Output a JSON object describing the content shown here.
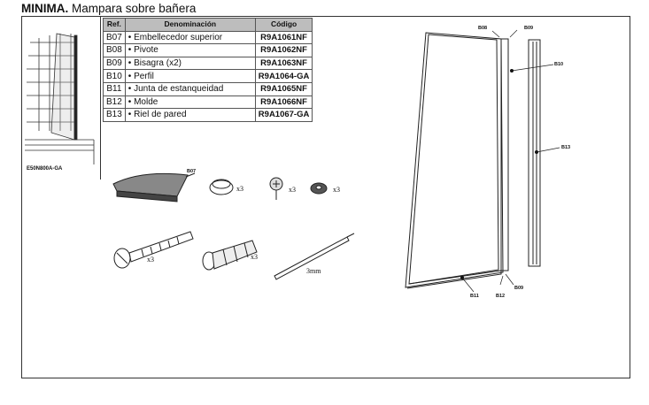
{
  "header": {
    "title_bold": "MINIMA.",
    "title_rest": " Mampara sobre bañera"
  },
  "model_code": "E50N800A-GA",
  "table": {
    "headers": [
      "Ref.",
      "Denominación",
      "Código"
    ],
    "rows": [
      {
        "ref": "B07",
        "name": "• Embellecedor superior",
        "code": "R9A1061NF"
      },
      {
        "ref": "B08",
        "name": "• Pivote",
        "code": "R9A1062NF"
      },
      {
        "ref": "B09",
        "name": "• Bisagra (x2)",
        "code": "R9A1063NF"
      },
      {
        "ref": "B10",
        "name": "• Perfil",
        "code": "R9A1064-GA"
      },
      {
        "ref": "B11",
        "name": "• Junta de estanqueidad",
        "code": "R9A1065NF"
      },
      {
        "ref": "B12",
        "name": "• Molde",
        "code": "R9A1066NF"
      },
      {
        "ref": "B13",
        "name": "• Riel de pared",
        "code": "R9A1067-GA"
      }
    ]
  },
  "hardware": {
    "cap_label": "B07",
    "qty_x3": "x3",
    "drill_size": "3mm"
  },
  "diagram_labels": {
    "b08": "B08",
    "b09_top": "B09",
    "b10": "B10",
    "b13": "B13",
    "b11": "B11",
    "b12": "B12",
    "b09_bottom": "B09"
  }
}
